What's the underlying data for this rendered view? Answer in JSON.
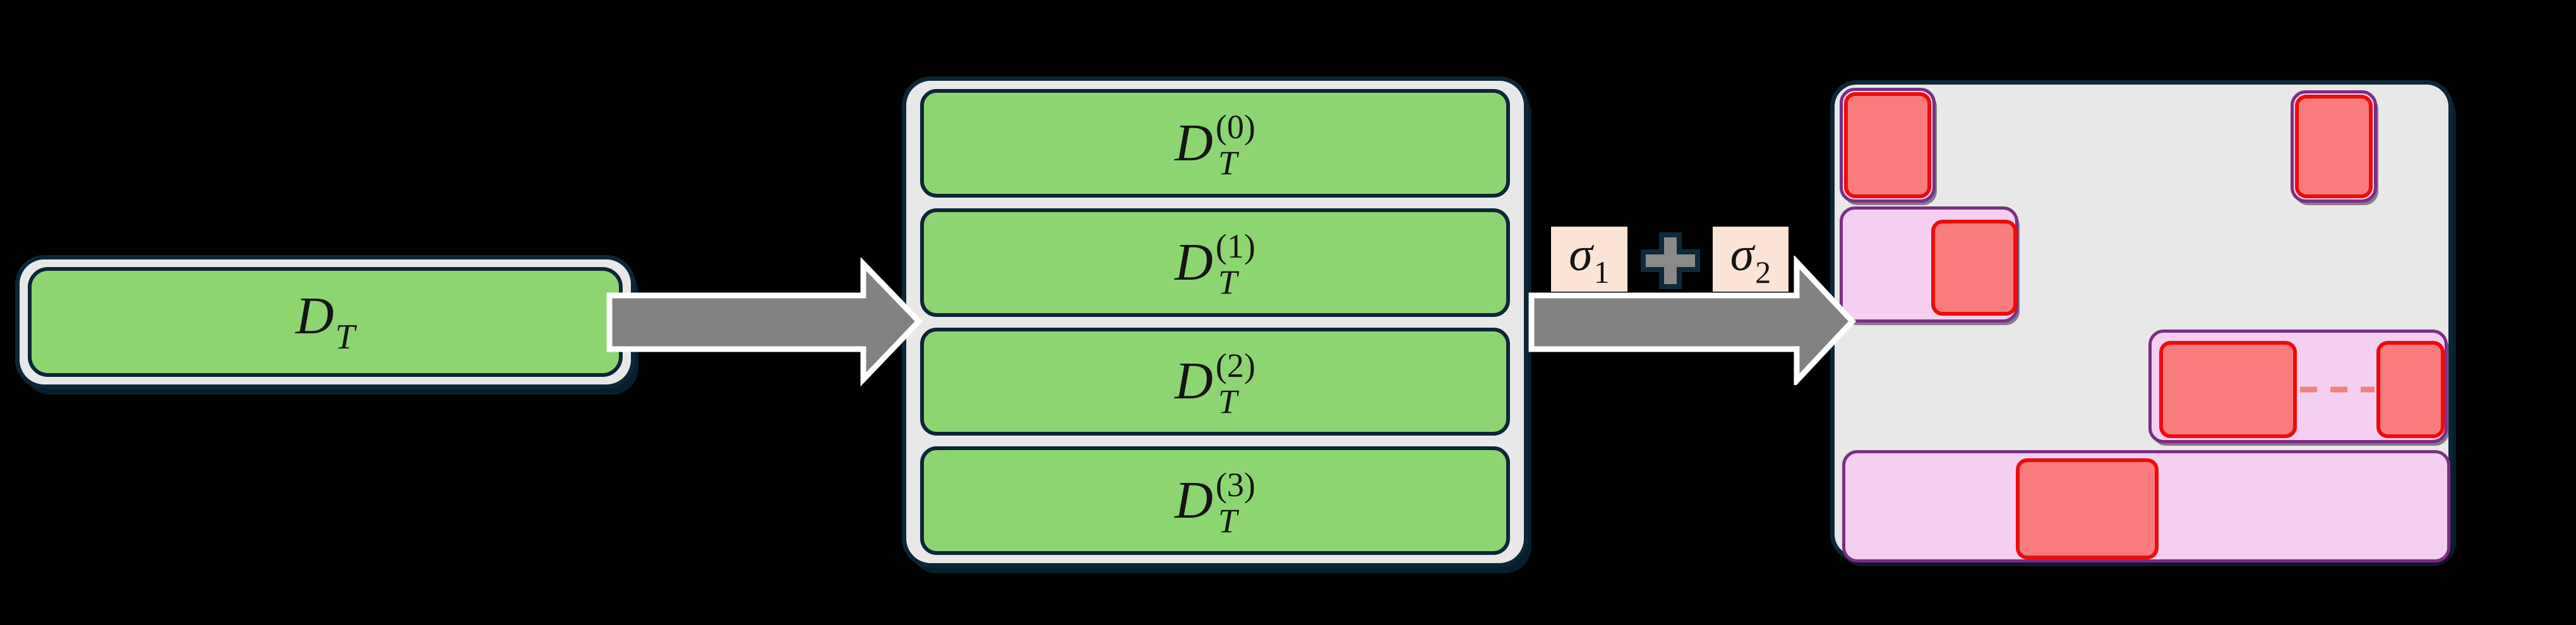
{
  "figure": {
    "source_label": {
      "base": "D",
      "sub": "T"
    },
    "partition_labels": [
      {
        "base": "D",
        "sub": "T",
        "sup": "(0)"
      },
      {
        "base": "D",
        "sub": "T",
        "sup": "(1)"
      },
      {
        "base": "D",
        "sub": "T",
        "sup": "(2)"
      },
      {
        "base": "D",
        "sub": "T",
        "sup": "(3)"
      }
    ],
    "noise_labels": {
      "sigma1": {
        "symbol": "σ",
        "sub": "1"
      },
      "operator": "+",
      "sigma2": {
        "symbol": "σ",
        "sub": "2"
      }
    }
  },
  "colors": {
    "bg": "#000000",
    "panel_fill": "#e8e8e8",
    "panel_border": "#0c2637",
    "green_fill": "#8dd571",
    "peach_fill": "#fbe3d5",
    "pink_fill": "#f4cff2",
    "purple_border": "#7b2e82",
    "red_border": "#ee0b0b",
    "red_fill": "#f87c7c",
    "dash_red": "#f08080",
    "arrow_fill": "#828282",
    "arrow_outline": "#ffffff",
    "plus_fill": "#8a8a8a",
    "plus_outline": "#0e2a3b",
    "text": "#141414"
  }
}
